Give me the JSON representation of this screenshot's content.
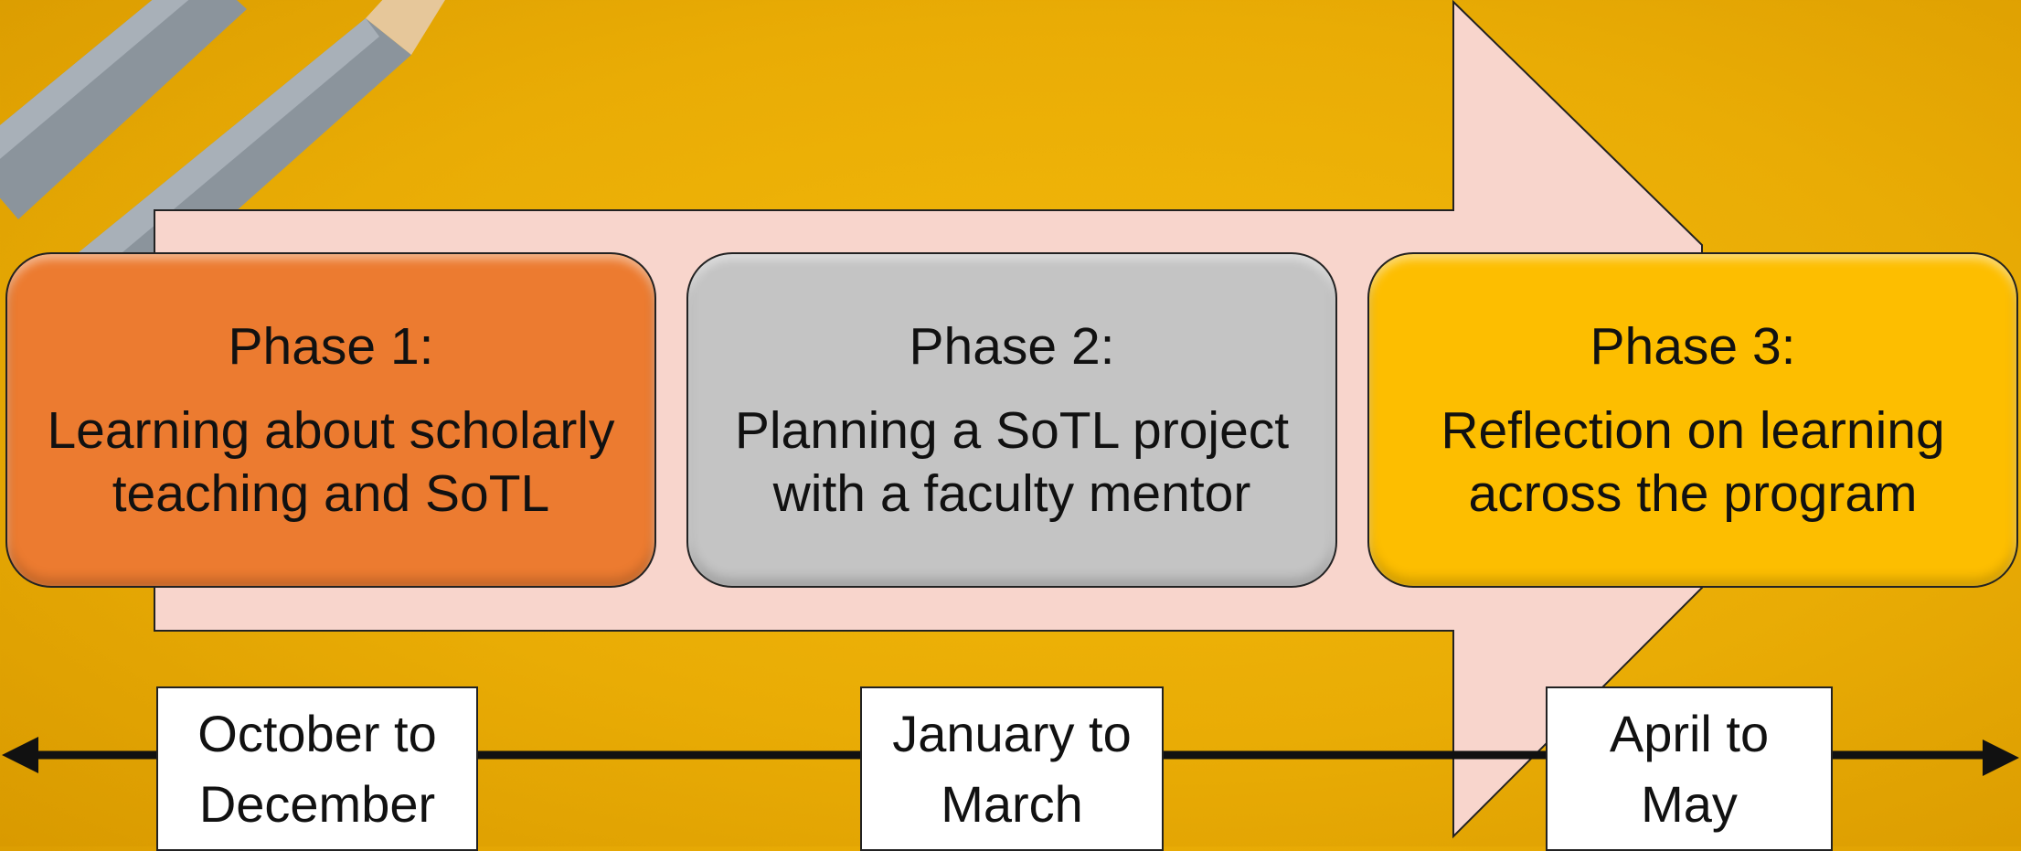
{
  "phases": [
    {
      "title": "Phase 1:",
      "description": "Learning about scholarly\nteaching and SoTL",
      "color": "#ec7b30"
    },
    {
      "title": "Phase 2:",
      "description": "Planning a SoTL project\nwith a faculty mentor",
      "color": "#c4c4c4"
    },
    {
      "title": "Phase 3:",
      "description": "Reflection on learning\nacross the program",
      "color": "#fdbe00"
    }
  ],
  "timeline": [
    {
      "label": "October to\nDecember"
    },
    {
      "label": "January to\nMarch"
    },
    {
      "label": "April to\nMay"
    }
  ],
  "colors": {
    "background": "#f0b400",
    "arrow": "#f8d5cc",
    "pencil": "#8b949c",
    "pencil_wood": "#e6c79a"
  },
  "icons": [
    "pencil-icon",
    "pencil-icon",
    "arrowhead-left-icon",
    "arrowhead-right-icon"
  ]
}
